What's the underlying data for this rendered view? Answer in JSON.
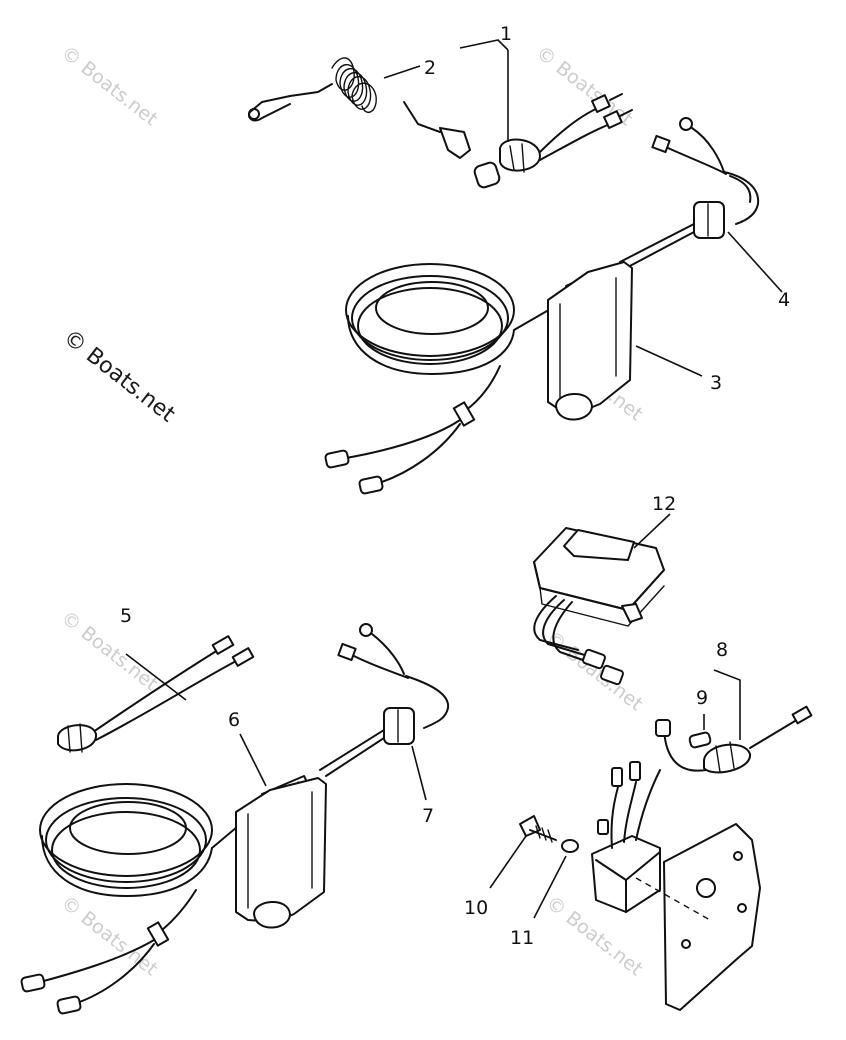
{
  "diagram": {
    "callouts": {
      "c1": "1",
      "c2": "2",
      "c3": "3",
      "c4": "4",
      "c5": "5",
      "c6": "6",
      "c7": "7",
      "c8": "8",
      "c9": "9",
      "c10": "10",
      "c11": "11",
      "c12": "12"
    },
    "watermark": {
      "main": "© Boats.net",
      "faint": "© Boats.net"
    },
    "colors": {
      "line": "#111111",
      "watermark_faint": "#bcbcbc",
      "background": "#ffffff"
    }
  }
}
